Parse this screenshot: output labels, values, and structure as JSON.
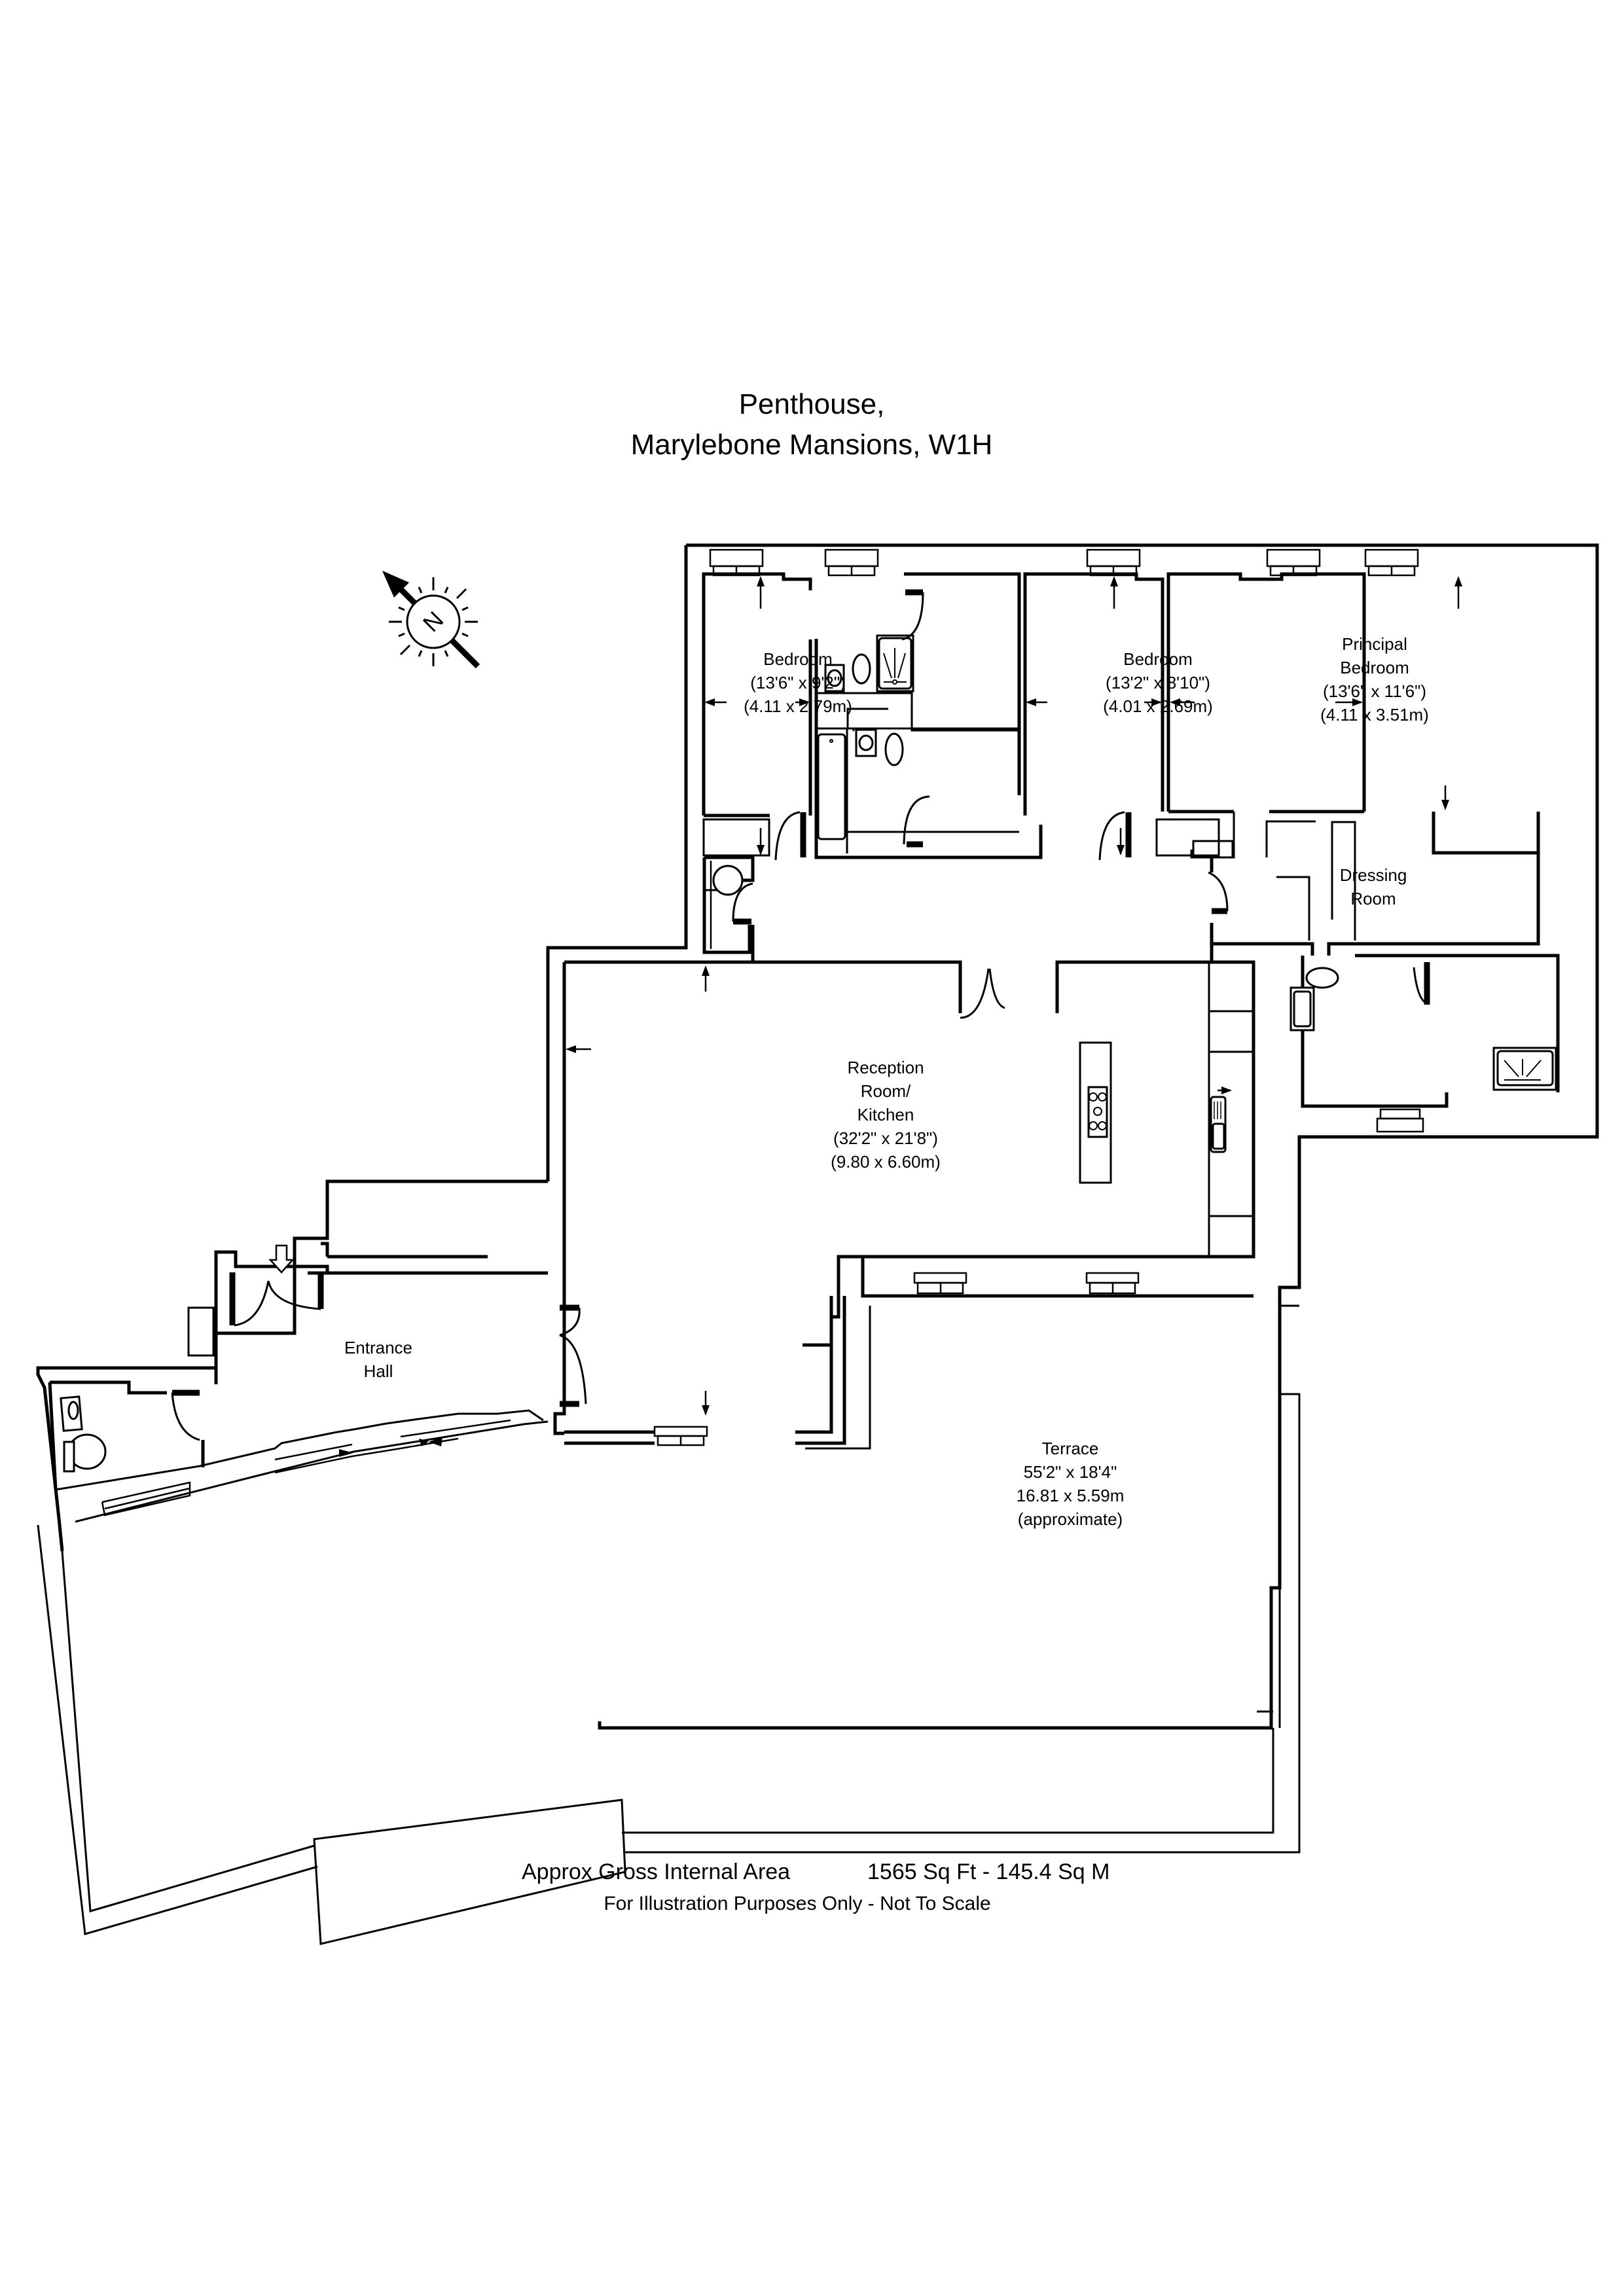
{
  "header": {
    "title_line1": "Penthouse,",
    "title_line2": "Marylebone Mansions, W1H"
  },
  "compass": {
    "label": "N",
    "icon": "north-arrow-icon"
  },
  "rooms": {
    "bedroom_left": {
      "name": "Bedroom",
      "imperial": "(13'6\" x 9'2\")",
      "metric": "(4.11 x 2.79m)"
    },
    "bedroom_middle": {
      "name": "Bedroom",
      "imperial": "(13'2\" x 8'10\")",
      "metric": "(4.01 x 2.69m)"
    },
    "principal_bedroom": {
      "name_line1": "Principal",
      "name_line2": "Bedroom",
      "imperial": "(13'6\" x 11'6\")",
      "metric": "(4.11 x 3.51m)"
    },
    "dressing_room": {
      "name_line1": "Dressing",
      "name_line2": "Room"
    },
    "reception": {
      "name_line1": "Reception",
      "name_line2": "Room/",
      "name_line3": "Kitchen",
      "imperial": "(32'2\" x 21'8\")",
      "metric": "(9.80 x 6.60m)"
    },
    "entrance_hall": {
      "name_line1": "Entrance",
      "name_line2": "Hall"
    },
    "terrace": {
      "name": "Terrace",
      "imperial": "55'2\" x 18'4\"",
      "metric": "16.81 x 5.59m",
      "note": "(approximate)"
    }
  },
  "footer": {
    "area_label": "Approx Gross Internal Area",
    "area_value": "1565 Sq Ft  - 145.4 Sq M",
    "disclaimer": "For Illustration Purposes Only - Not To Scale"
  }
}
